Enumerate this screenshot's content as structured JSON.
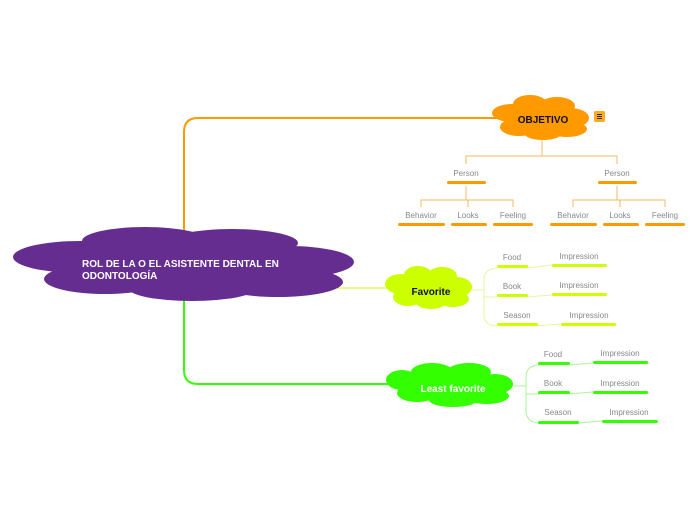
{
  "root": {
    "line1": "ROL DE LA O EL ASISTENTE DENTAL EN",
    "line2": "ODONTOLOGÍA",
    "color": "#662d91"
  },
  "objetivo": {
    "label": "OBJETIVO",
    "color": "#ff9900",
    "note_icon": "note-icon",
    "persons": [
      {
        "label": "Person",
        "children": [
          "Behavior",
          "Looks",
          "Feeling"
        ]
      },
      {
        "label": "Person",
        "children": [
          "Behavior",
          "Looks",
          "Feeling"
        ]
      }
    ]
  },
  "favorite": {
    "label": "Favorite",
    "color": "#ccff00",
    "items": [
      {
        "label": "Food",
        "child": "Impression"
      },
      {
        "label": "Book",
        "child": "Impression"
      },
      {
        "label": "Season",
        "child": "Impression"
      }
    ]
  },
  "least": {
    "label": "Least favorite",
    "color": "#33ff00",
    "items": [
      {
        "label": "Food",
        "child": "Impression"
      },
      {
        "label": "Book",
        "child": "Impression"
      },
      {
        "label": "Season",
        "child": "Impression"
      }
    ]
  }
}
